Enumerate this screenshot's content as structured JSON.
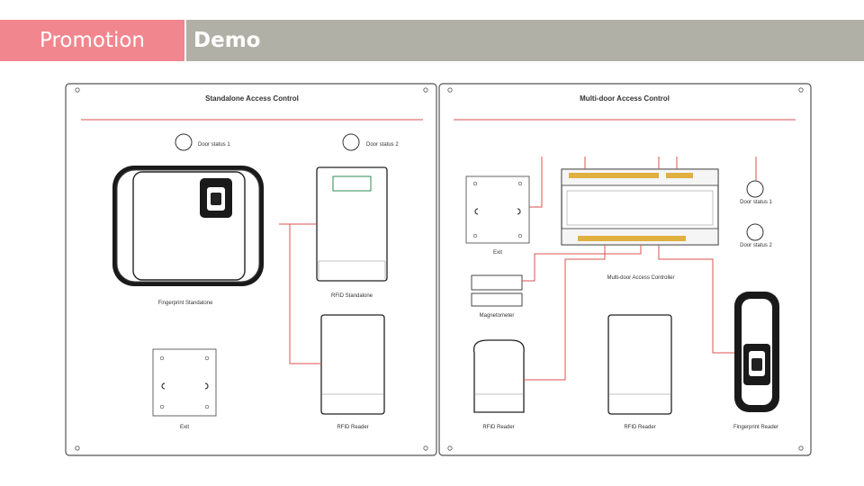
{
  "header": {
    "section_label": "Promotion",
    "page_title": "Demo"
  },
  "panels": {
    "standalone": {
      "title": "Standalone Access Control",
      "door_status_1": "Door status 1",
      "door_status_2": "Door status 2",
      "fingerprint_label": "Fingerprint Standalone",
      "rfid_standalone_label": "RFID Standalone",
      "exit_label": "Exit",
      "rfid_reader_label": "RFID Reader"
    },
    "multidoor": {
      "title": "Multi-door Access Control",
      "exit_label": "Exit",
      "door_status_1": "Door status 1",
      "door_status_2": "Door status 2",
      "controller_label": "Multi-door Access Controller",
      "magnetometer_label": "Magnetometer",
      "rfid_reader_1_label": "RFID Reader",
      "rfid_reader_2_label": "RFID Reader",
      "fingerprint_reader_label": "Fingerprint Reader"
    }
  },
  "colors": {
    "wire": "#d9534f",
    "promotion_bg": "#f2868e",
    "demo_bg": "#b0b0a6",
    "panel_border": "#666666"
  }
}
